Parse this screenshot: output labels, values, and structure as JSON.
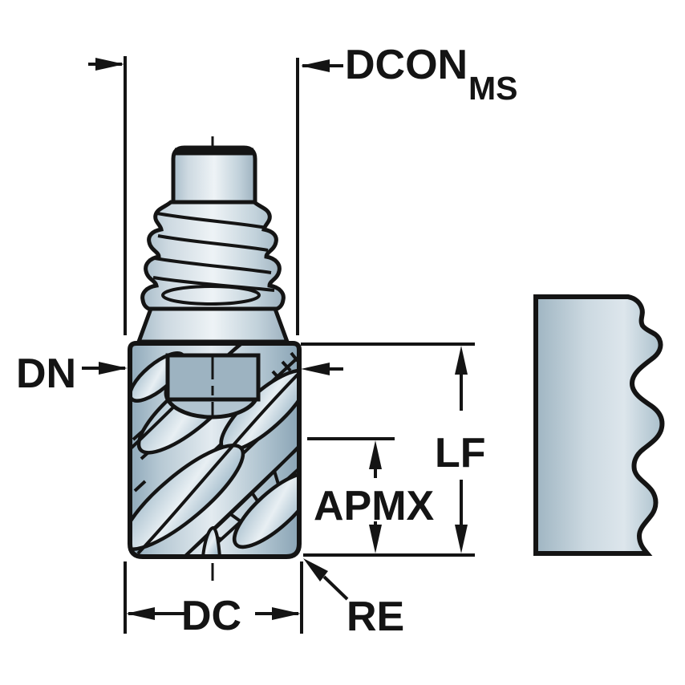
{
  "diagram": {
    "labels": {
      "dcon": "DCON",
      "dcon_subscript": "MS",
      "dn": "DN",
      "lf": "LF",
      "apmx": "APMX",
      "dc": "DC",
      "re": "RE"
    },
    "dimension_labels": [
      "DCONMS",
      "DN",
      "LF",
      "APMX",
      "DC",
      "RE"
    ],
    "colors": {
      "outline": "#141414",
      "metal_light": "#eef3f6",
      "metal_mid": "#c2d2db",
      "metal_dark": "#8fa9ba",
      "flat_face": "#9db3c1",
      "background": "#ffffff"
    }
  }
}
